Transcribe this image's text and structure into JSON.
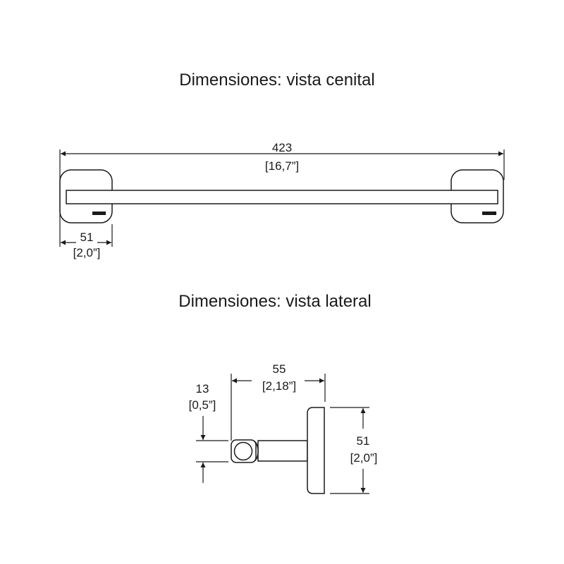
{
  "top_view": {
    "title": "Dimensiones: vista cenital",
    "length_mm": "423",
    "length_in": "[16,7”]",
    "bracket_mm": "51",
    "bracket_in": "[2,0”]"
  },
  "side_view": {
    "title": "Dimensiones: vista lateral",
    "depth_mm": "55",
    "depth_in": "[2,18”]",
    "bar_mm": "13",
    "bar_in": "[0,5”]",
    "plate_mm": "51",
    "plate_in": "[2,0”]"
  }
}
